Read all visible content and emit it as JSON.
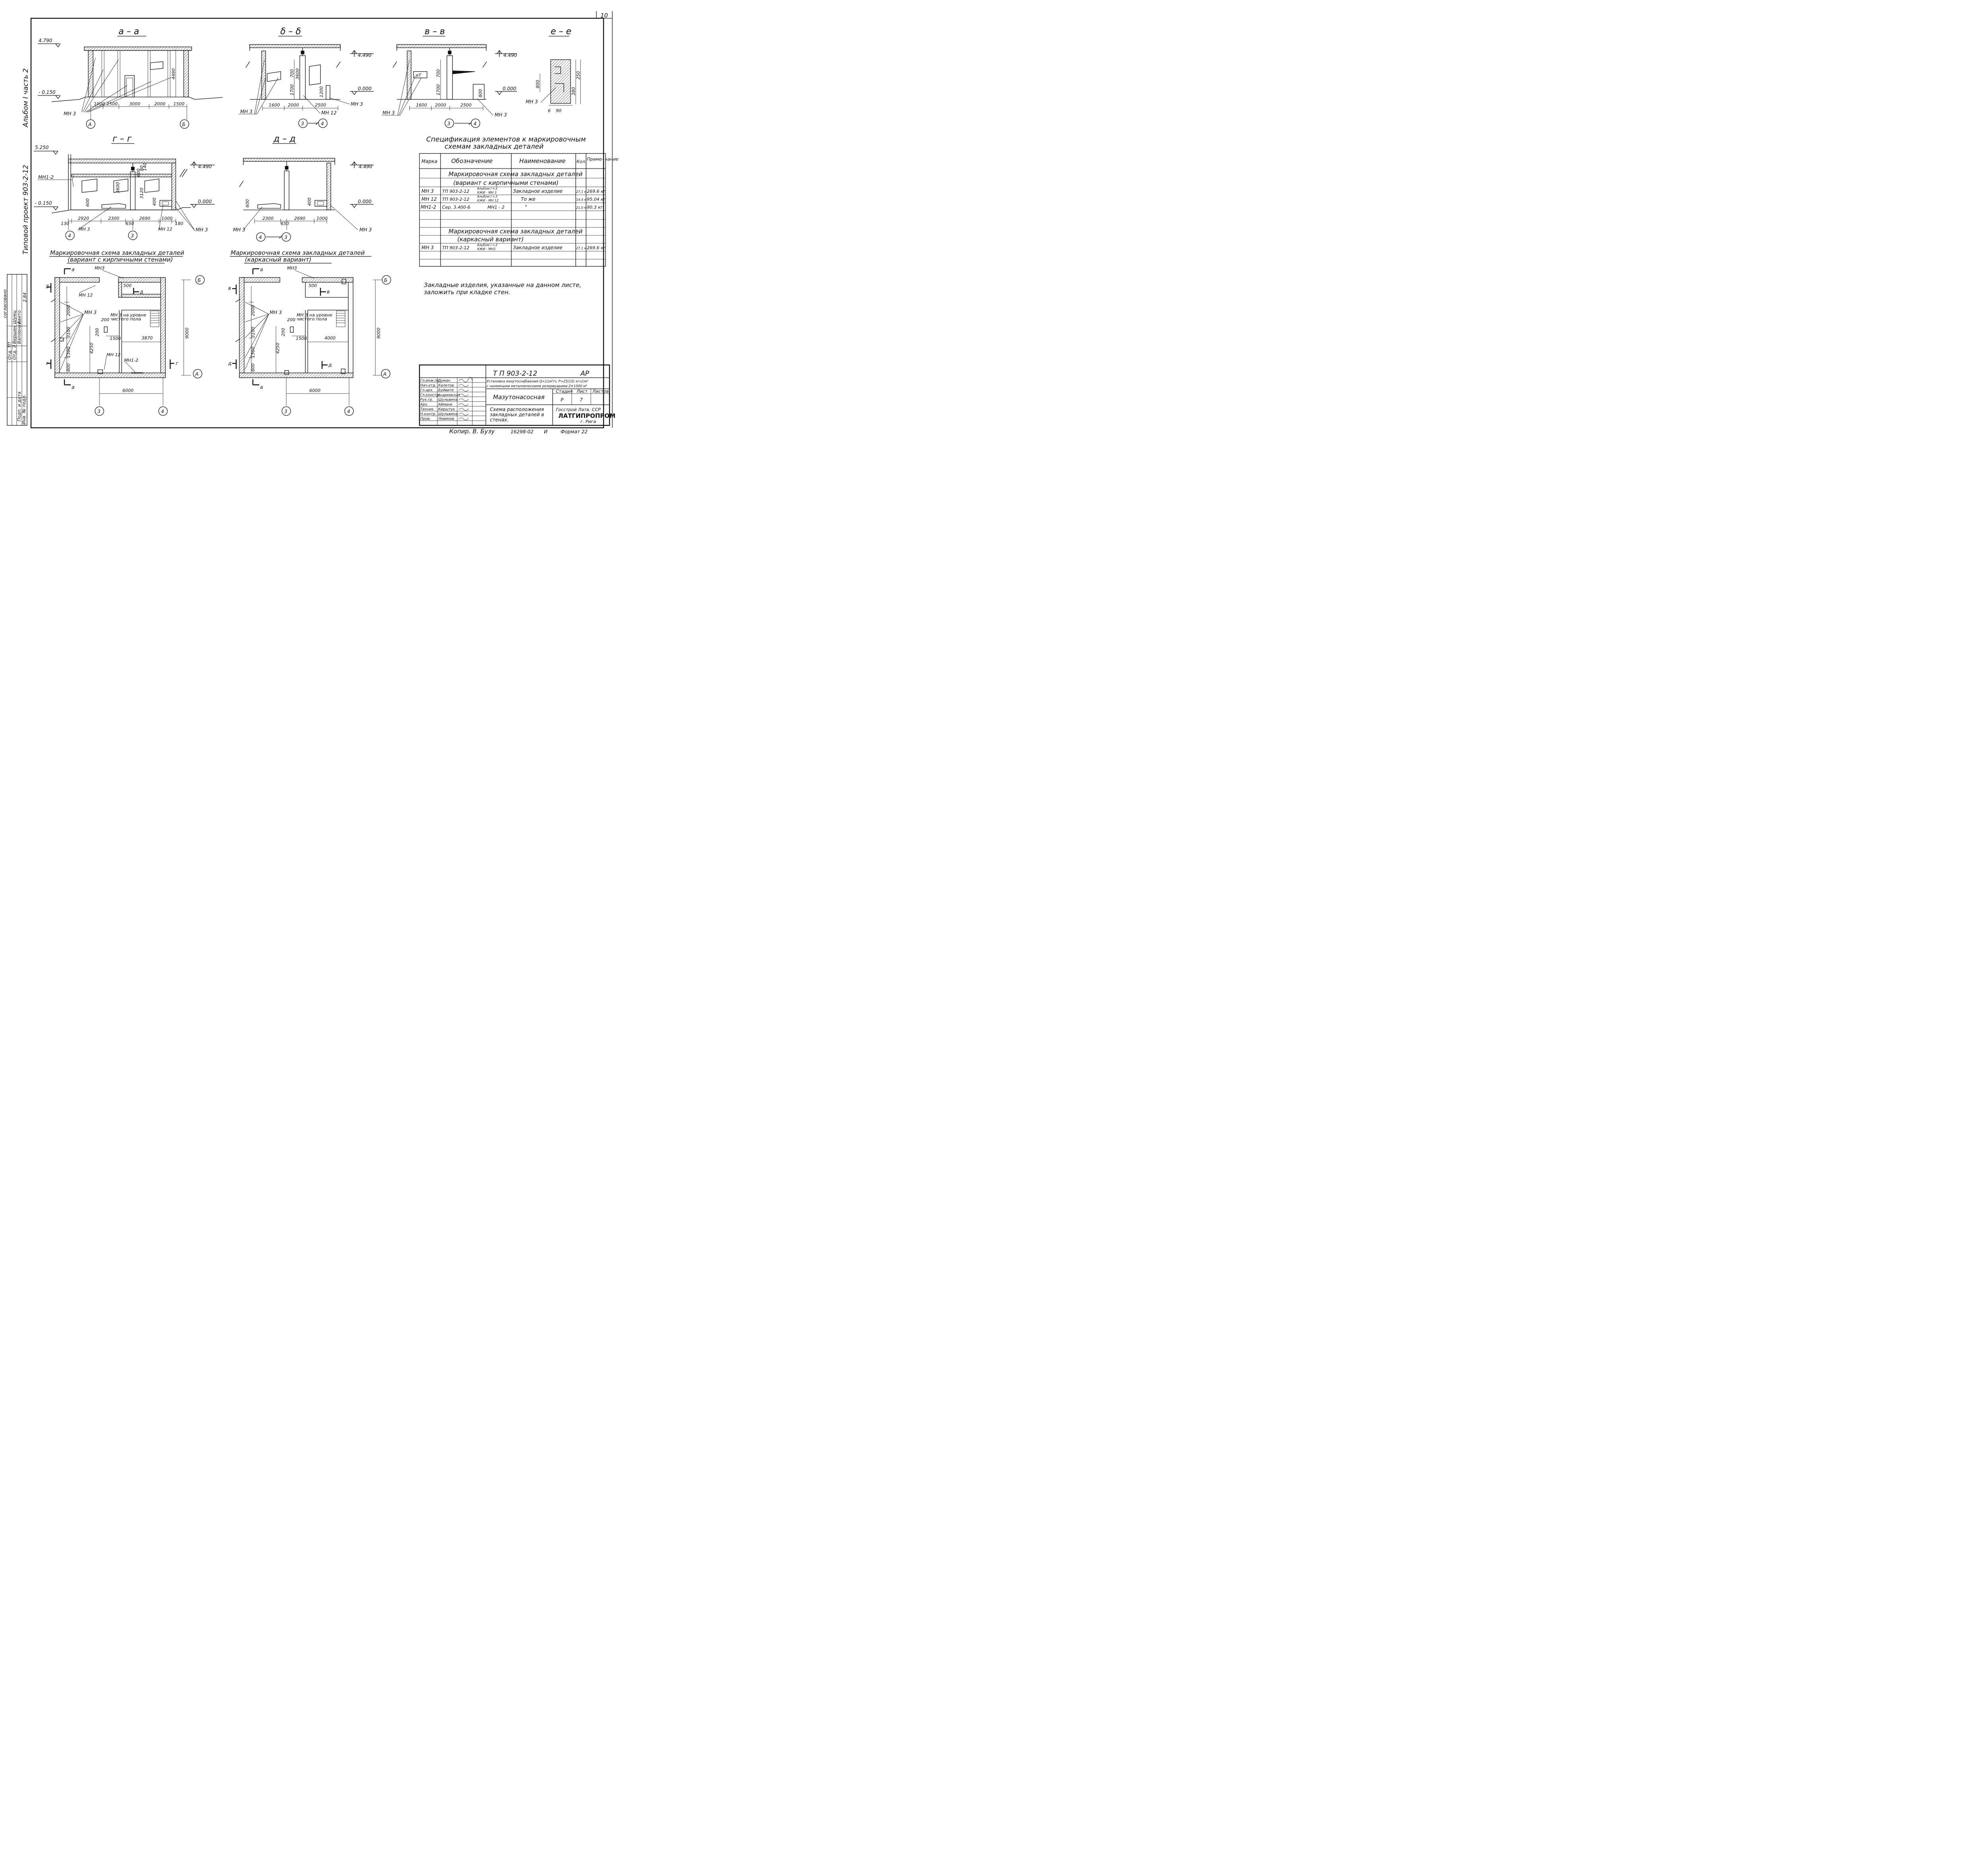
{
  "sheet": {
    "number": "10",
    "side_album": "Альбом I часть 2",
    "side_project": "Типовой проект 903-2-12",
    "side_stamp": [
      "Отд. ТП",
      "Отд. Э",
      "Вершин",
      "Вапленко",
      "Шумц",
      "Авито",
      "2.84",
      "Подп. и дата",
      "Инв. № подл.",
      "согласовано"
    ]
  },
  "sections": {
    "aa": {
      "title": "а – а",
      "elev_top": "4.790",
      "elev_bottom": "- 0.150",
      "height": "4490",
      "dims": [
        "1000",
        "1500",
        "3000",
        "2000",
        "1500"
      ],
      "tag": "МН 3",
      "axes": [
        "А",
        "Б"
      ]
    },
    "bb": {
      "title": "δ – δ",
      "elev_top": "4.490",
      "elev_bottom": "0.000",
      "dims_h": [
        "1600",
        "2000",
        "2500"
      ],
      "dims_v": [
        "700",
        "1700",
        "3600",
        "1200"
      ],
      "tags": [
        "МН 3",
        "МН 12",
        "МН 3"
      ],
      "axes": [
        "3",
        "4"
      ]
    },
    "vv": {
      "title": "в – в",
      "elev_top": "4.490",
      "elev_bottom": "0.000",
      "dims_h": [
        "1600",
        "2000",
        "2500"
      ],
      "dims_v": [
        "700",
        "1700",
        "800"
      ],
      "window_tag": "еТ",
      "tags": [
        "МН 3",
        "МН 3"
      ],
      "axes": [
        "3",
        "4"
      ]
    },
    "ee": {
      "title": "е – е",
      "dims_v": [
        "800",
        "380",
        "250"
      ],
      "dims_h": [
        "6",
        "90"
      ],
      "tag": "МН 3"
    },
    "gg": {
      "title": "г – г",
      "elev_top": "5.250",
      "elev_mid": "4.490",
      "elev_bottom": "- 0.150",
      "elev_floor": "0.000",
      "dims_h": [
        "130",
        "2920",
        "2300",
        "650",
        "2690",
        "1000",
        "180"
      ],
      "dims_v": [
        "3600",
        "3120",
        "600",
        "600",
        "80",
        "140",
        "400"
      ],
      "tags": [
        "МН1-2",
        "МН 3",
        "МН 12",
        "МН 3"
      ],
      "axes": [
        "4",
        "3"
      ]
    },
    "dd": {
      "title": "д – д",
      "elev_top": "4.490",
      "elev_floor": "0.000",
      "dims_h": [
        "2300",
        "650",
        "2690",
        "1000"
      ],
      "dims_v": [
        "600",
        "400"
      ],
      "tags": [
        "МН 3",
        "МН 3"
      ],
      "axes": [
        "4",
        "3"
      ]
    }
  },
  "plans": {
    "brick": {
      "title": "Маркировочная схема закладных деталей",
      "subtitle": "(вариант с кирпичными стенами)",
      "section_marks": [
        "а",
        "а",
        "δ",
        "г",
        "г",
        "д"
      ],
      "tags": [
        "МН3",
        "МН 12",
        "МН 3",
        "МН 12",
        "МН1-2"
      ],
      "note": [
        "МН 3  на уровне",
        "чистого пола"
      ],
      "dims": [
        "500",
        "2000",
        "3100",
        "1500",
        "800",
        "4250",
        "200",
        "1500",
        "3870",
        "200",
        "9000",
        "6000"
      ],
      "axes": [
        "Б",
        "А",
        "3",
        "4"
      ]
    },
    "frame": {
      "title": "Маркировочная схема закладных деталей",
      "subtitle": "(каркасный вариант)",
      "section_marks": [
        "а",
        "а",
        "в",
        "в",
        "д",
        "д"
      ],
      "tags": [
        "МН3",
        "МН 3"
      ],
      "note": [
        "МН 3  на уровне",
        "чистого пола"
      ],
      "dims": [
        "500",
        "2000",
        "3100",
        "1500",
        "800",
        "4250",
        "200",
        "1500",
        "4000",
        "200",
        "9000",
        "6000"
      ],
      "axes": [
        "Б",
        "А",
        "3",
        "4"
      ]
    }
  },
  "spec": {
    "title_1": "Спецификация элементов к маркировочным",
    "title_2": "схемам закладных деталей",
    "headers": [
      "Марка",
      "Обозначение",
      "Наименование",
      "Кол.",
      "Приме- чание"
    ],
    "group_1": [
      "Маркировочная схема закладных деталей",
      "(вариант с кирпичными стенами)"
    ],
    "rows_1": [
      {
        "mark": "МН 3",
        "code": "ТП 903-2-12",
        "album": [
          "Альбом I ч.3",
          "КЖИ - МН 3"
        ],
        "name": "Закладное изделие",
        "qty": "27,1 м",
        "note": "269.6 кг"
      },
      {
        "mark": "МН 12",
        "code": "ТП 903-2-12",
        "album": [
          "Альбом I ч.3",
          "КЖИ - МН 12"
        ],
        "name": "То же",
        "qty": "14,4 м",
        "note": "95.04 кг"
      },
      {
        "mark": "МН1-2",
        "code": "Сер. 3.400-6",
        "album": [
          "МН1 - 2",
          ""
        ],
        "name": "\"",
        "qty": "21,0 м",
        "note": "90.3 кг"
      }
    ],
    "group_2": [
      "Маркировочная схема закладных деталей",
      "(каркасный вариант)"
    ],
    "rows_2": [
      {
        "mark": "МН 3",
        "code": "ТП 903-2-12",
        "album": [
          "Альбом I ч.3",
          "КЖИ - МН3"
        ],
        "name": "Закладное изделие",
        "qty": "27,1 м",
        "note": "269.6 кг"
      }
    ]
  },
  "note": [
    "Закладные изделия, указанные на данном листе,",
    "заложить при кладке стен."
  ],
  "title_block": {
    "code": "Т П  903-2-12",
    "stage_code": "АР",
    "description": [
      "Установка мазутоснабжения Q=11м³/ч; Р=25(10) кгс/см²",
      "с наземными металлическими резервуарами 2×1000 м³"
    ],
    "object": "Мазутонасосная",
    "labels": [
      "Стадия",
      "Лист",
      "Листов"
    ],
    "values": [
      "Р",
      "7",
      ""
    ],
    "sheet_name": [
      "Схема расположения",
      "закладных деталей в",
      "стенах."
    ],
    "org": [
      "Госстрой Латв. ССР",
      "ЛАТГИПРОПРОМ",
      "г. Рига"
    ],
    "roles": [
      "Гл.инж.пр.",
      "Нач.отд.",
      "Гл.арх.",
      "Гл.констр.",
      "Рук.гр.",
      "Арх.",
      "Техник",
      "Н.контр.",
      "Пров."
    ],
    "people": [
      "Думан",
      "Калетов",
      "Буйвите",
      "Андреевская",
      "Шульвина",
      "Аймане",
      "Кирштук",
      "Шульвина",
      "Левинов"
    ],
    "copy": "Копир. В. Бузу",
    "inv": "16298-02",
    "sign": "И",
    "format": "Формат 22"
  }
}
